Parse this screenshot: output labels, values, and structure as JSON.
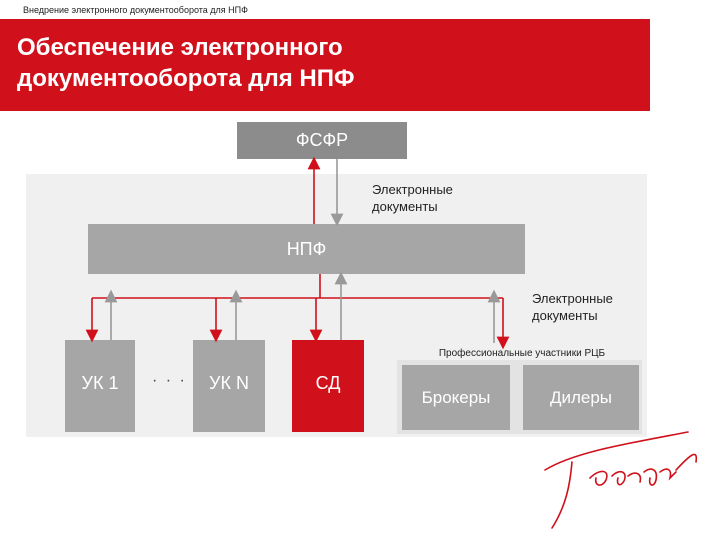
{
  "header": {
    "caption": "Внедрение электронного документооборота для НПФ",
    "title_line1": "Обеспечение электронного",
    "title_line2": "документооборота для НПФ"
  },
  "diagram": {
    "fsfr": "ФСФР",
    "npf": "НПФ",
    "docs_label_1_line1": "Электронные",
    "docs_label_1_line2": "документы",
    "docs_label_2_line1": "Электронные",
    "docs_label_2_line2": "документы",
    "uk1": "УК 1",
    "ellipsis": "· · ·",
    "ukn": "УК N",
    "sd": "СД",
    "group_label": "Профессиональные участники РЦБ",
    "brokers": "Брокеры",
    "dealers": "Дилеры"
  },
  "colors": {
    "brand_red": "#d0111b",
    "box_gray": "#a6a6a6",
    "arrow_gray": "#999999"
  }
}
